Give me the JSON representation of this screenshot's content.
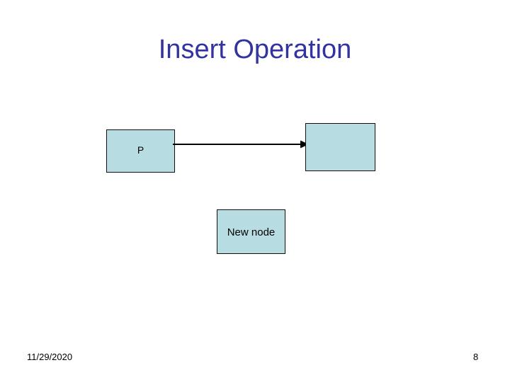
{
  "slide": {
    "title": "Insert Operation",
    "title_color": "#3333a0",
    "background_color": "#ffffff"
  },
  "diagram": {
    "node_fill_color": "#b7dde3",
    "node_border_color": "#101010",
    "arrow_color": "#000000",
    "nodes": [
      {
        "id": "p",
        "label": "P",
        "name": "node-box-p"
      },
      {
        "id": "next",
        "label": "",
        "name": "node-box-next"
      },
      {
        "id": "new",
        "label": "New node",
        "name": "node-box-new-node"
      }
    ],
    "arrows": [
      {
        "id": "p-to-next",
        "from": "p",
        "to": "next",
        "label": ""
      }
    ]
  },
  "footer": {
    "date": "11/29/2020",
    "page_number": "8"
  }
}
